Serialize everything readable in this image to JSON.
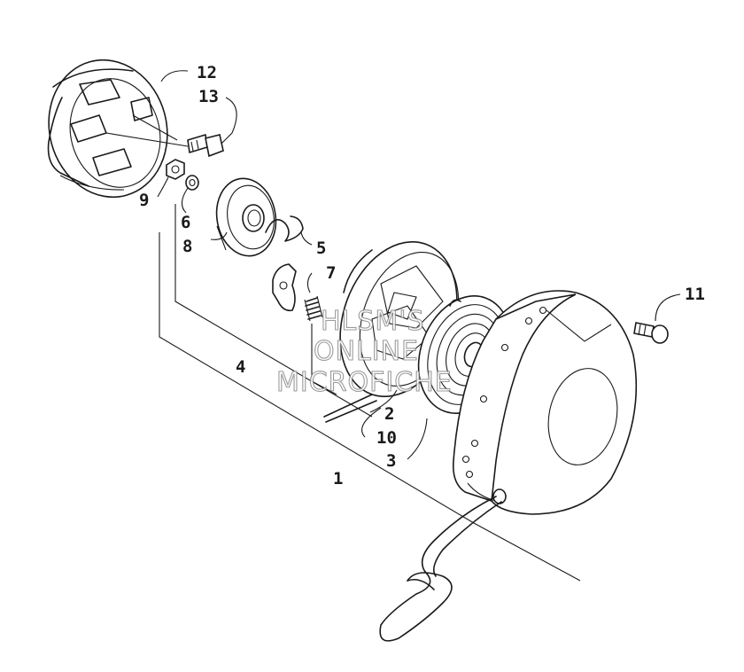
{
  "callouts": [
    {
      "id": "1",
      "text": "1"
    },
    {
      "id": "2",
      "text": "2"
    },
    {
      "id": "3",
      "text": "3"
    },
    {
      "id": "4",
      "text": "4"
    },
    {
      "id": "5",
      "text": "5"
    },
    {
      "id": "6",
      "text": "6"
    },
    {
      "id": "7",
      "text": "7"
    },
    {
      "id": "8",
      "text": "8"
    },
    {
      "id": "9",
      "text": "9"
    },
    {
      "id": "10",
      "text": "10"
    },
    {
      "id": "11",
      "text": "11"
    },
    {
      "id": "12",
      "text": "12"
    },
    {
      "id": "13",
      "text": "13"
    }
  ],
  "watermark": {
    "line1": "HLSM'S",
    "line2": "ONLINE",
    "line3": "MICROFICHE"
  }
}
